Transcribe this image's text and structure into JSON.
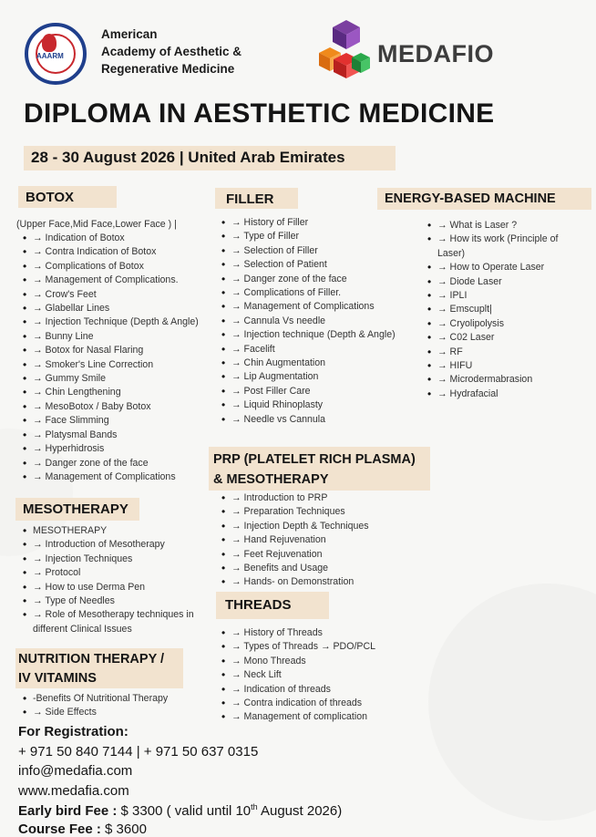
{
  "org": {
    "line1": "American",
    "line2": "Academy of Aesthetic &",
    "line3": "Regenerative Medicine",
    "logo_text": "AAARM"
  },
  "brand": {
    "name": "MEDAFIO"
  },
  "title": "DIPLOMA IN AESTHETIC MEDICINE",
  "date_line": "28 - 30 August 2026 | United Arab Emirates",
  "botox": {
    "header": "BOTOX",
    "intro": "(Upper Face,Mid Face,Lower Face ) |",
    "items": [
      "→ Indication of Botox",
      "→ Contra Indication of Botox",
      "→ Complications of Botox",
      "→ Management of Complications.",
      "→ Crow's Feet",
      "→ Glabellar Lines",
      "→ Injection Technique (Depth & Angle)",
      "→ Bunny Line",
      "→ Botox for Nasal Flaring",
      "→ Smoker's Line Correction",
      "→ Gummy Smile",
      "→ Chin Lengthening",
      "→ MesoBotox / Baby Botox",
      "→ Face Slimming",
      "→ Platysmal Bands",
      "→ Hyperhidrosis",
      "→ Danger zone of the face",
      "→ Management of Complications"
    ]
  },
  "filler": {
    "header": "FILLER",
    "items": [
      "→ History of Filler",
      "→ Type of Filler",
      "→ Selection of Filler",
      "→ Selection of Patient",
      "→ Danger zone of the face",
      "→ Complications of Filler.",
      "→ Management of Complications",
      "→ Cannula Vs needle",
      "→ Injection technique (Depth & Angle)",
      "→ Facelift",
      "→ Chin Augmentation",
      "→ Lip Augmentation",
      "→ Post Filler Care",
      "→ Liquid Rhinoplasty",
      "→ Needle vs Cannula"
    ]
  },
  "energy": {
    "header": "ENERGY-BASED MACHINE",
    "items": [
      "→ What is Laser ?",
      "→ How its work (Principle of Laser)",
      "→ How to Operate Laser",
      "→ Diode Laser",
      "→ IPLI",
      "→ Emscuplt|",
      "→ Cryolipolysis",
      "→ C02 Laser",
      "→ RF",
      "→ HIFU",
      "→ Microdermabrasion",
      "→ Hydrafacial"
    ]
  },
  "prp": {
    "header_line1": "PRP (PLATELET RICH PLASMA)",
    "header_line2": "& MESOTHERAPY",
    "items": [
      "→ Introduction to PRP",
      "→ Preparation Techniques",
      "→ Injection Depth & Techniques",
      "→ Hand Rejuvenation",
      "→ Feet Rejuvenation",
      "→ Benefits and Usage",
      "→ Hands- on Demonstration"
    ]
  },
  "mesotherapy": {
    "header": "MESOTHERAPY",
    "items": [
      "MESOTHERAPY",
      "→ Introduction of Mesotherapy",
      "→ Injection Techniques",
      "→ Protocol",
      "→ How to use Derma Pen",
      "→ Type of Needles",
      "→ Role of Mesotherapy techniques in different Clinical Issues"
    ]
  },
  "threads": {
    "header": "THREADS",
    "items": [
      "→ History of Threads",
      "→ Types of Threads → PDO/PCL",
      "→ Mono Threads",
      "→ Neck Lift",
      "→ Indication of threads",
      "→ Contra indication of threads",
      "→ Management of complication"
    ]
  },
  "nutrition": {
    "header_line1": "NUTRITION THERAPY /",
    "header_line2": "IV VITAMINS",
    "items": [
      "-Benefits Of Nutritional Therapy",
      "→ Side Effects"
    ]
  },
  "registration": {
    "label": "For Registration:",
    "phones": "+ 971 50 840 7144 | + 971 50 637 0315",
    "email": "info@medafia.com",
    "website": "www.medafia.com",
    "early_label": "Early bird Fee :",
    "early_value": " $ 3300 ( valid until 10",
    "early_sup": "th",
    "early_tail": " August 2026)",
    "course_label": "Course Fee :",
    "course_value": " $ 3600"
  },
  "colors": {
    "header_band": "#f2e3cf",
    "logo_blue": "#1f3f8c",
    "logo_red": "#c8282e"
  }
}
